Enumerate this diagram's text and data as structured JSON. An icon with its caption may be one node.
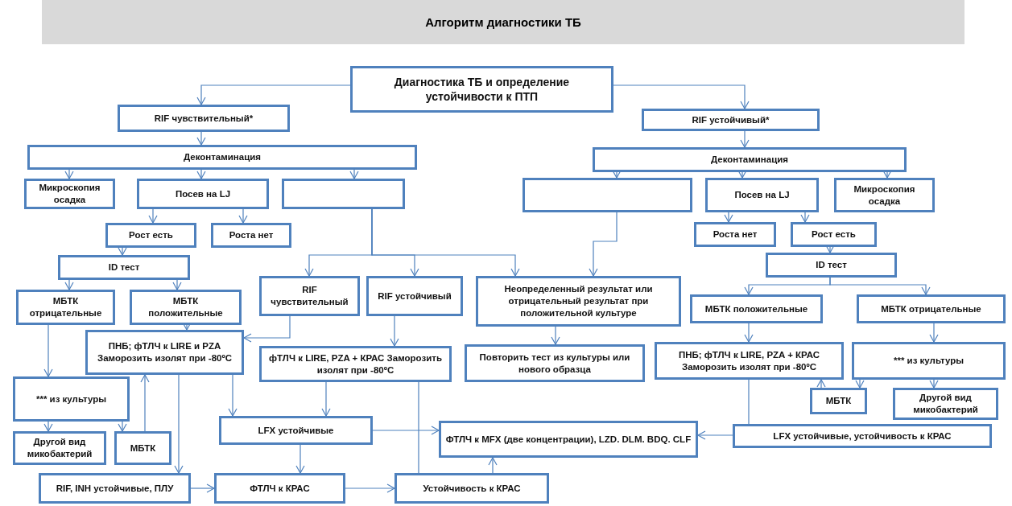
{
  "diagram": {
    "title": "Алгоритм диагностики ТБ",
    "nodes": [
      {
        "text": [
          "Диагностика ТБ и определение устойчивости к ПТП"
        ]
      },
      {
        "text": [
          "RIF чувствительный*"
        ]
      },
      {
        "text": [
          "RIF устойчивый*"
        ]
      },
      {
        "text": [
          "Деконтаминация"
        ]
      },
      {
        "text": [
          "Деконтаминация"
        ]
      },
      {
        "text": [
          "Микроскопия осадка"
        ]
      },
      {
        "text": [
          "Посев на LJ"
        ]
      },
      {
        "text": [],
        "shape": "box"
      },
      {
        "text": [],
        "shape": "box"
      },
      {
        "text": [
          "Посев на LJ"
        ]
      },
      {
        "text": [
          "Микроскопия осадка"
        ]
      },
      {
        "text": [
          "Рост есть"
        ]
      },
      {
        "text": [
          "Роста нет"
        ]
      },
      {
        "text": [
          "Роста нет"
        ]
      },
      {
        "text": [
          "Рост есть"
        ]
      },
      {
        "text": [
          "ID тест"
        ]
      },
      {
        "text": [
          "ID тест"
        ]
      },
      {
        "text": [
          "МБТК отрицательные"
        ]
      },
      {
        "text": [
          "МБТК положительные"
        ]
      },
      {
        "text": [
          "RIF чувствительный"
        ]
      },
      {
        "text": [
          "RIF устойчивый"
        ]
      },
      {
        "text": [
          "Неопределенный результат или отрицательный результат при положительной культуре"
        ]
      },
      {
        "text": [
          "МБТК положительные"
        ]
      },
      {
        "text": [
          "МБТК отрицательные"
        ]
      },
      {
        "text": [
          "ПНБ; фТЛЧ к LIRE и PZA Заморозить изолят при -80ºC"
        ]
      },
      {
        "text": [
          "фТЛЧ к LIRE, PZA + КРАС Заморозить изолят при -80ºC"
        ]
      },
      {
        "text": [
          "Повторить тест из культуры или нового образца"
        ]
      },
      {
        "text": [
          "ПНБ; фТЛЧ к LIRE, PZA + КРАС Заморозить изолят при -80ºC"
        ]
      },
      {
        "text": [
          "*** из культуры"
        ]
      },
      {
        "text": [
          "*** из культуры"
        ]
      },
      {
        "text": [
          "Другой вид микобактерий"
        ]
      },
      {
        "text": [
          "МБТК"
        ]
      },
      {
        "text": [
          "МБТК"
        ]
      },
      {
        "text": [
          "Другой вид микобактерий"
        ]
      },
      {
        "text": [
          "LFX устойчивые"
        ]
      },
      {
        "text": [
          "ФТЛЧ к MFX (две концентрации), LZD. DLM. BDQ. CLF"
        ]
      },
      {
        "text": [
          "LFX устойчивые, устойчивость к КРАС"
        ]
      },
      {
        "text": [
          "RIF, INH устойчивые, ПЛУ"
        ]
      },
      {
        "text": [
          "ФТЛЧ к КРАС"
        ]
      },
      {
        "text": [
          "Устойчивость к КРАС"
        ]
      }
    ],
    "edges": [
      {
        "from": 0,
        "to": 1,
        "arrow": "to"
      },
      {
        "from": 0,
        "to": 2,
        "arrow": "to"
      },
      {
        "from": 1,
        "to": 3,
        "arrow": "to"
      },
      {
        "from": 2,
        "to": 4,
        "arrow": "to"
      },
      {
        "from": 3,
        "to": 5,
        "arrow": "to"
      },
      {
        "from": 3,
        "to": 6,
        "arrow": "to"
      },
      {
        "from": 3,
        "to": 7,
        "arrow": "to"
      },
      {
        "from": 4,
        "to": 8,
        "arrow": "to"
      },
      {
        "from": 4,
        "to": 9,
        "arrow": "to"
      },
      {
        "from": 4,
        "to": 10,
        "arrow": "to"
      },
      {
        "from": 6,
        "to": 11,
        "arrow": "to"
      },
      {
        "from": 6,
        "to": 12,
        "arrow": "to"
      },
      {
        "from": 9,
        "to": 13,
        "arrow": "to"
      },
      {
        "from": 9,
        "to": 14,
        "arrow": "to"
      },
      {
        "from": 11,
        "to": 15,
        "arrow": "to"
      },
      {
        "from": 14,
        "to": 16,
        "arrow": "to"
      },
      {
        "from": 15,
        "to": 17,
        "arrow": "to"
      },
      {
        "from": 15,
        "to": 18,
        "arrow": "to"
      },
      {
        "from": 16,
        "to": 22,
        "arrow": "to"
      },
      {
        "from": 16,
        "to": 23,
        "arrow": "to"
      },
      {
        "from": 7,
        "to": 19,
        "arrow": "to"
      },
      {
        "from": 7,
        "to": 20,
        "arrow": "to"
      },
      {
        "from": 7,
        "to": 21,
        "arrow": "to"
      },
      {
        "from": 8,
        "to": 21,
        "arrow": "to"
      },
      {
        "from": 18,
        "to": 24,
        "arrow": "to"
      },
      {
        "from": 17,
        "to": 28,
        "arrow": "to"
      },
      {
        "from": 28,
        "to": 30,
        "arrow": "to"
      },
      {
        "from": 28,
        "to": 31,
        "arrow": "to"
      },
      {
        "from": 31,
        "to": 24,
        "arrow": "to"
      },
      {
        "from": 24,
        "to": 37,
        "arrow": "to"
      },
      {
        "from": 19,
        "to": 24,
        "arrow": "to"
      },
      {
        "from": 20,
        "to": 25,
        "arrow": "to"
      },
      {
        "from": 21,
        "to": 26,
        "arrow": "to"
      },
      {
        "from": 24,
        "to": 34,
        "arrow": "to"
      },
      {
        "from": 25,
        "to": 34,
        "arrow": "to"
      },
      {
        "from": 25,
        "to": 39,
        "arrow": "none"
      },
      {
        "from": 34,
        "to": 38,
        "arrow": "to"
      },
      {
        "from": 34,
        "to": 35,
        "arrow": "to"
      },
      {
        "from": 37,
        "to": 38,
        "arrow": "to"
      },
      {
        "from": 38,
        "to": 39,
        "arrow": "to"
      },
      {
        "from": 39,
        "to": 35,
        "arrow": "to"
      },
      {
        "from": 22,
        "to": 27,
        "arrow": "to"
      },
      {
        "from": 23,
        "to": 29,
        "arrow": "to"
      },
      {
        "from": 29,
        "to": 32,
        "arrow": "to"
      },
      {
        "from": 29,
        "to": 33,
        "arrow": "to"
      },
      {
        "from": 32,
        "to": 27,
        "arrow": "to"
      },
      {
        "from": 27,
        "to": 36,
        "arrow": "none"
      },
      {
        "from": 36,
        "to": 35,
        "arrow": "to"
      }
    ]
  }
}
